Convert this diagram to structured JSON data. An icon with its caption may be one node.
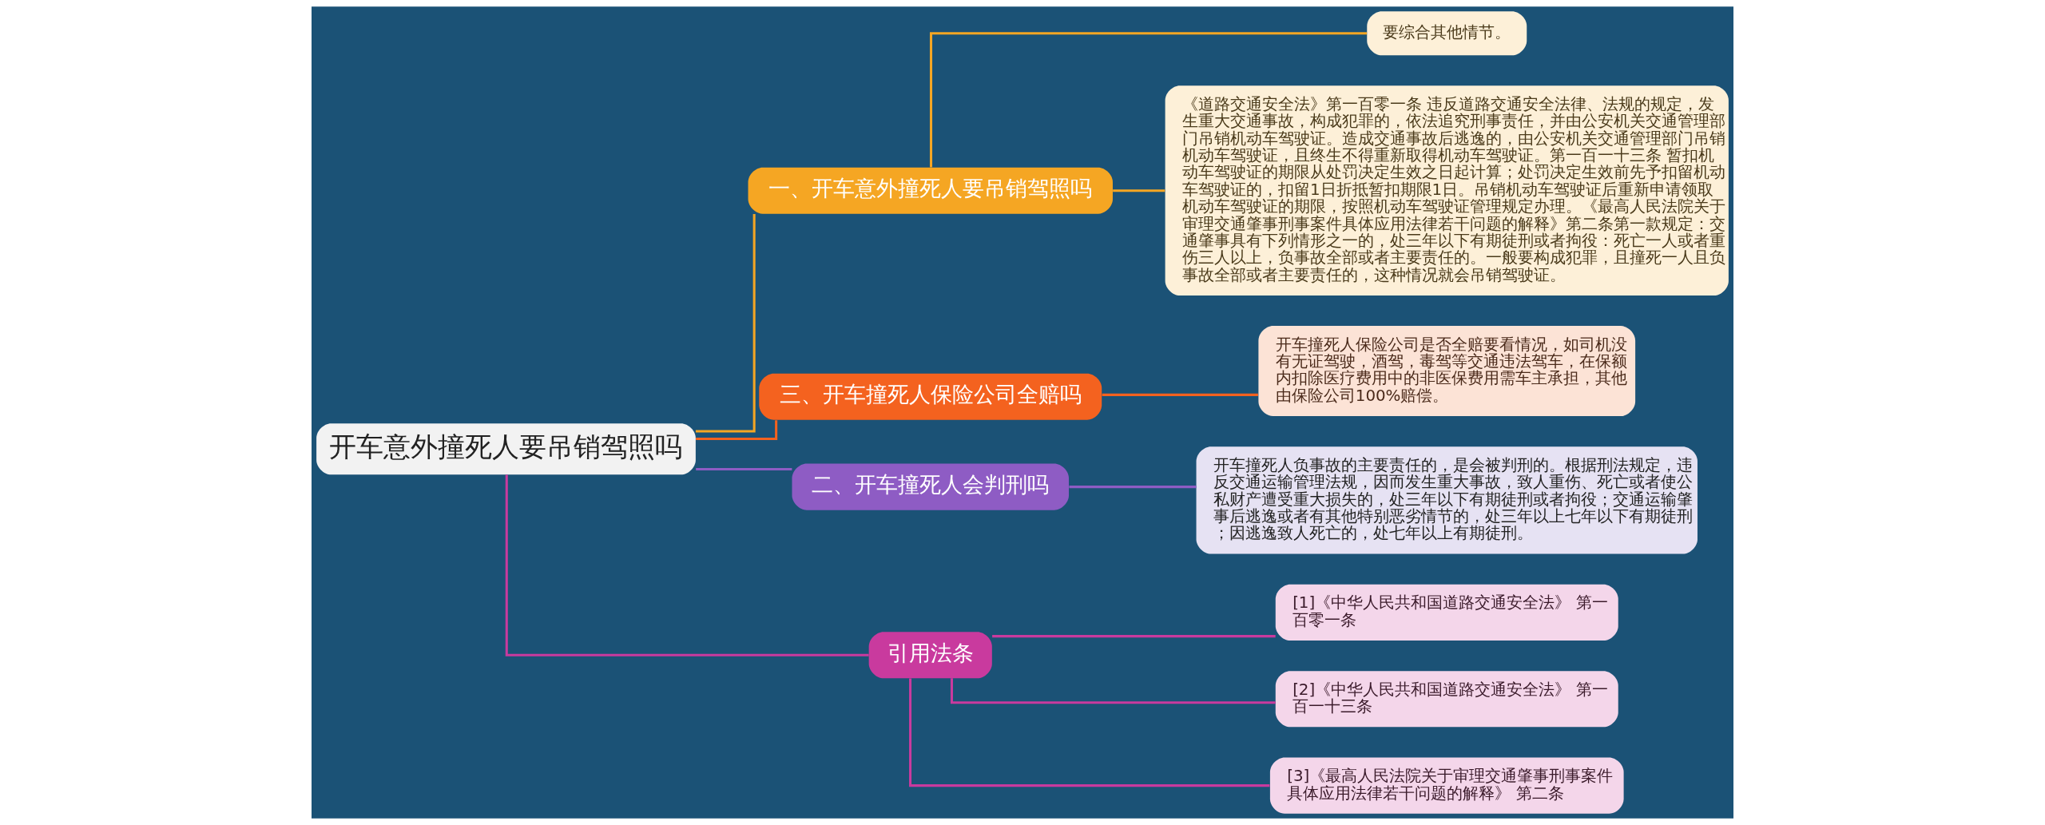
{
  "diagram": {
    "nodes": [
      {
        "text": [
          "开车意外撞死人要吊销驾照吗"
        ]
      },
      {
        "text": [
          "一、开车意外撞死人要吊销驾照吗"
        ]
      },
      {
        "text": [
          "要综合其他情节。"
        ]
      },
      {
        "text": [
          "《道路交通安全法》第一百零一条 违反道路交通安全法律、法规的规定，发生重大交通事故，构成犯罪的，依法追究刑事责任，并由公安机关交通管理部门吊销机动车驾驶证。造成交通事故后逃逸的，由公安机关交通管理部门吊销机动车驾驶证，且终生不得重新取得机动车驾驶证。第一百一十三条 暂扣机动车驾驶证的期限从处罚决定生效之日起计算；处罚决定生效前先予扣留机动车驾驶证的，扣留1日折抵暂扣期限1日。吊销机动车驾驶证后重新申请领取机动车驾驶证的期限，按照机动车驾驶证管理规定办理。《最高人民法院关于审理交通肇事刑事案件具体应用法律若干问题的解释》第二条第一款规定：交通肇事具有下列情形之一的，处三年以下有期徒刑或者拘役：死亡一人或者重伤三人以上，负事故全部或者主要责任的。一般要构成犯罪，且撞死一人且负事故全部或者主要责任的，这种情况就会吊销驾驶证。"
        ]
      },
      {
        "text": [
          "三、开车撞死人保险公司全赔吗"
        ]
      },
      {
        "text": [
          "开车撞死人保险公司是否全赔要看情况，如司机没有无证驾驶，酒驾，毒驾等交通违法驾车，在保额内扣除医疗费用中的非医保费用需车主承担，其他由保险公司100%赔偿。"
        ]
      },
      {
        "text": [
          "二、开车撞死人会判刑吗"
        ]
      },
      {
        "text": [
          "开车撞死人负事故的主要责任的，是会被判刑的。根据刑法规定，违反交通运输管理法规，因而发生重大事故，致人重伤、死亡或者使公私财产遭受重大损失的，处三年以下有期徒刑或者拘役；交通运输肇事后逃逸或者有其他特别恶劣情节的，处三年以上七年以下有期徒刑；因逃逸致人死亡的，处七年以上有期徒刑。"
        ]
      },
      {
        "text": [
          "引用法条"
        ]
      },
      {
        "text": [
          "[1]《中华人民共和国道路交通安全法》 第一百零一条"
        ]
      },
      {
        "text": [
          "[2]《中华人民共和国道路交通安全法》 第一百一十三条"
        ]
      },
      {
        "text": [
          "[3]《最高人民法院关于审理交通肇事刑事案件具体应用法律若干问题的解释》 第二条"
        ]
      }
    ],
    "edges": [
      {
        "from": 0,
        "to": 1,
        "arrow": "none",
        "color": "#f5a623"
      },
      {
        "from": 1,
        "to": 2,
        "arrow": "none",
        "color": "#f5a623"
      },
      {
        "from": 1,
        "to": 3,
        "arrow": "none",
        "color": "#f5a623"
      },
      {
        "from": 0,
        "to": 4,
        "arrow": "none",
        "color": "#f4621f"
      },
      {
        "from": 4,
        "to": 5,
        "arrow": "none",
        "color": "#f4621f"
      },
      {
        "from": 0,
        "to": 6,
        "arrow": "none",
        "color": "#8e5cc4"
      },
      {
        "from": 6,
        "to": 7,
        "arrow": "none",
        "color": "#8e5cc4"
      },
      {
        "from": 0,
        "to": 8,
        "arrow": "none",
        "color": "#c93a9e"
      },
      {
        "from": 8,
        "to": 9,
        "arrow": "none",
        "color": "#c93a9e"
      },
      {
        "from": 8,
        "to": 10,
        "arrow": "none",
        "color": "#c93a9e"
      },
      {
        "from": 8,
        "to": 11,
        "arrow": "none",
        "color": "#c93a9e"
      }
    ]
  }
}
